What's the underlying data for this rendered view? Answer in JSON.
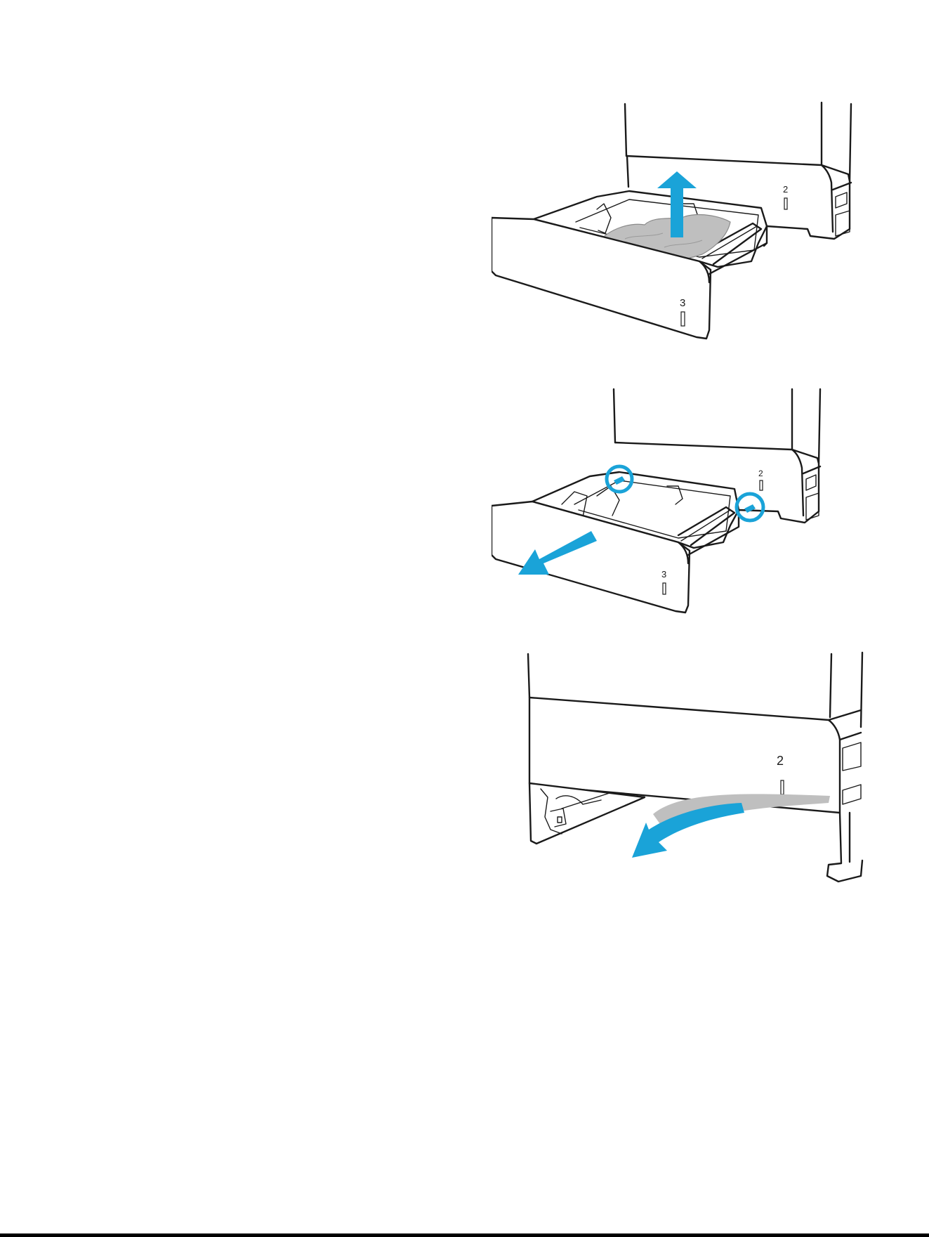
{
  "steps": [
    {
      "tray_upper_number": "2",
      "tray_lower_number": "3"
    },
    {
      "tray_upper_number": "2",
      "tray_lower_number": "3"
    },
    {
      "tray_upper_number": "2"
    }
  ],
  "colors": {
    "accent": "#1aa3d8",
    "paper": "#bfbfbf",
    "outline": "#1a1a1a"
  },
  "icons": [
    "arrow-up-icon",
    "release-latch-highlight-icon",
    "arrow-pull-out-icon",
    "arrow-curved-pull-icon"
  ]
}
